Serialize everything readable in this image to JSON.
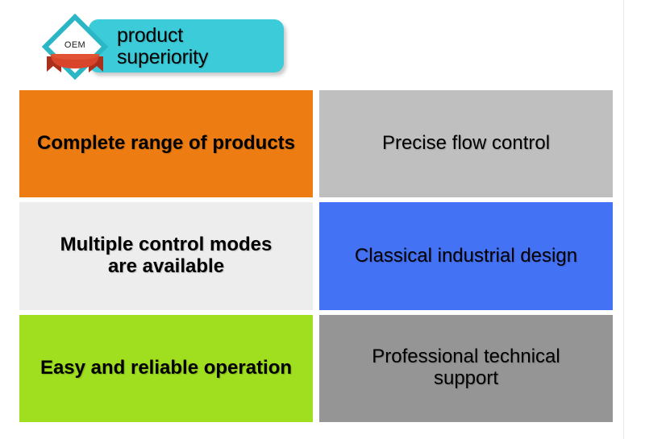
{
  "header": {
    "badge_label": "OEM",
    "title": "product\nsuperiority",
    "plate_color": "#3ccbd8",
    "badge_border_color": "#2ab6c4",
    "ribbon_color": "#d9452b",
    "ribbon_shadow_color": "#a8301c"
  },
  "grid": {
    "cells": [
      {
        "label": "Complete range of products",
        "bg": "#ed7d12",
        "text_color": "#000000",
        "weight": "bold"
      },
      {
        "label": "Precise flow control",
        "bg": "#bfbfbf",
        "text_color": "#000000",
        "weight": "normal"
      },
      {
        "label": "Multiple control modes\nare available",
        "bg": "#ededed",
        "text_color": "#000000",
        "weight": "bold"
      },
      {
        "label": "Classical industrial design",
        "bg": "#4472f4",
        "text_color": "#000000",
        "weight": "normal"
      },
      {
        "label": "Easy and reliable operation",
        "bg": "#a0de20",
        "text_color": "#000000",
        "weight": "bold"
      },
      {
        "label": "Professional technical\nsupport",
        "bg": "#959595",
        "text_color": "#000000",
        "weight": "normal"
      }
    ]
  }
}
